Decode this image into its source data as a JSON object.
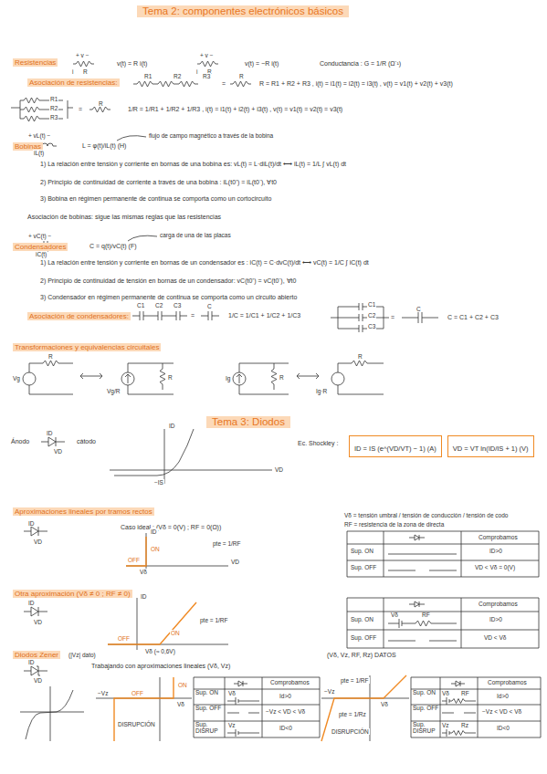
{
  "diagram": {
    "title": "Tema 2: componentes electrónicos básicos",
    "nodes": [
      {
        "text": [
          "ID = IS (e^(VD/VT) − 1) (A)"
        ]
      },
      {
        "text": [
          "VD = VT ln(ID/IS + 1) (V)"
        ]
      }
    ],
    "labels": [
      "Resistencias",
      "v(t) = R i(t)",
      "v(t) = −R i(t)",
      "Conductancia : G = 1/R (Ω⁻¹)",
      "+ v −",
      "R",
      "i",
      "+ v −",
      "R",
      "i",
      "Asociación de resistencias:",
      "R1",
      "R2",
      "R3",
      "=",
      "R",
      "R = R1 + R2 + R3 , i(t) = i1(t) = i2(t) = i3(t) , v(t) = v1(t) + v2(t) + v3(t)",
      "R1",
      "R2",
      "R3",
      "=",
      "R",
      "1/R = 1/R1 + 1/R2 + 1/R3 , i(t) = i1(t) + i2(t) + i3(t) , v(t) = v1(t) = v2(t) = v3(t)",
      "Bobinas",
      "+ vL(t) −",
      "iL(t)",
      "L = φ(t)/iL(t) (H)",
      "flujo de campo magnético a través de la bobina",
      "1) La relación entre tensión y corriente en bornas de una bobina es: vL(t) = L·diL(t)/dt ⟷ iL(t) = 1/L ∫ vL(t) dt",
      "2) Principio de continuidad de corriente a través de una bobina : iL(t0⁺) = iL(t0⁻), ∀t0",
      "3) Bobina en régimen permanente de continua se comporta como un cortocircuito",
      "Asociación de bobinas: sigue las mismas reglas que las resistencias",
      "Condensadores",
      "+ vC(t) −",
      "iC(t)",
      "C = q(t)/vC(t) (F)",
      "carga de una de las placas",
      "1) La relación entre tensión y corriente en bornas de un condensador es : iC(t) = C·dvC(t)/dt ⟷ vC(t) = 1/C ∫ iC(t) dt",
      "2) Principio de continuidad de tensión en bornas de un condensador: vC(t0⁺) = vC(t0⁻), ∀t0",
      "3) Condensador en régimen permanente de continua se comporta como un circuito abierto",
      "Asociación de condensadores:",
      "C1",
      "C2",
      "C3",
      "=",
      "C",
      "1/C = 1/C1 + 1/C2 + 1/C3",
      "C1",
      "C2",
      "C3",
      "=",
      "C",
      "C = C1 + C2 + C3",
      "Transformaciones y equivalencias circuitales",
      "Vg",
      "R",
      "Vg/R",
      "R",
      "Ig",
      "R",
      "Ig·R",
      "R",
      "Tema 3: Diodos",
      "Ánodo",
      "ID",
      "VD",
      "cátodo",
      "ID",
      "VD",
      "−IS",
      "Ec. Shockley :",
      "Aproximaciones lineales por tramos rectos",
      "Caso ideal : (Vδ = 0(V) ; RF = 0(Ω))",
      "Vδ = tensión umbral / tensión de conducción / tensión de codo",
      "RF = resistencia de la zona de directa",
      "ID",
      "VD",
      "ID",
      "ON",
      "OFF",
      "Vδ",
      "VD",
      "pte = 1/RF",
      "Comprobamos",
      "Sup. ON",
      "ID>0",
      "Sup. OFF",
      "VD < Vδ = 0(V)",
      "Otra aproximación (Vδ ≠ 0 ; RF ≠ 0)",
      "ID",
      "VD",
      "ID",
      "OFF",
      "ON",
      "pte = 1/RF",
      "Vδ (≈ 0,6V)",
      "Comprobamos",
      "Sup. ON",
      "Vδ",
      "RF",
      "ID>0",
      "Sup. OFF",
      "VD < Vδ",
      "Diodos Zener",
      "(|Vz| dato)",
      "ID",
      "VD",
      "Trabajando con aproximaciones lineales (Vδ, Vz)",
      "(Vδ, Vz, RF, Rz) DATOS",
      "−Vz",
      "OFF",
      "ON",
      "Vδ",
      "DISRUPCIÓN",
      "Comprobamos",
      "Sup. ON",
      "Id>0",
      "Sup. OFF",
      "−Vz < VD < Vδ",
      "Sup. DISRUP",
      "ID<0",
      "pte = 1/RF",
      "−Vz",
      "Vδ",
      "pte = 1/Rz",
      "DISRUPCIÓN",
      "Comprobamos",
      "Sup. ON",
      "Id>0",
      "Sup. OFF",
      "−Vz < VD < Vδ",
      "Sup. DISRUP",
      "ID<0",
      "Vδ",
      "Vz",
      "Vδ",
      "RF",
      "Vz",
      "Rz"
    ]
  }
}
